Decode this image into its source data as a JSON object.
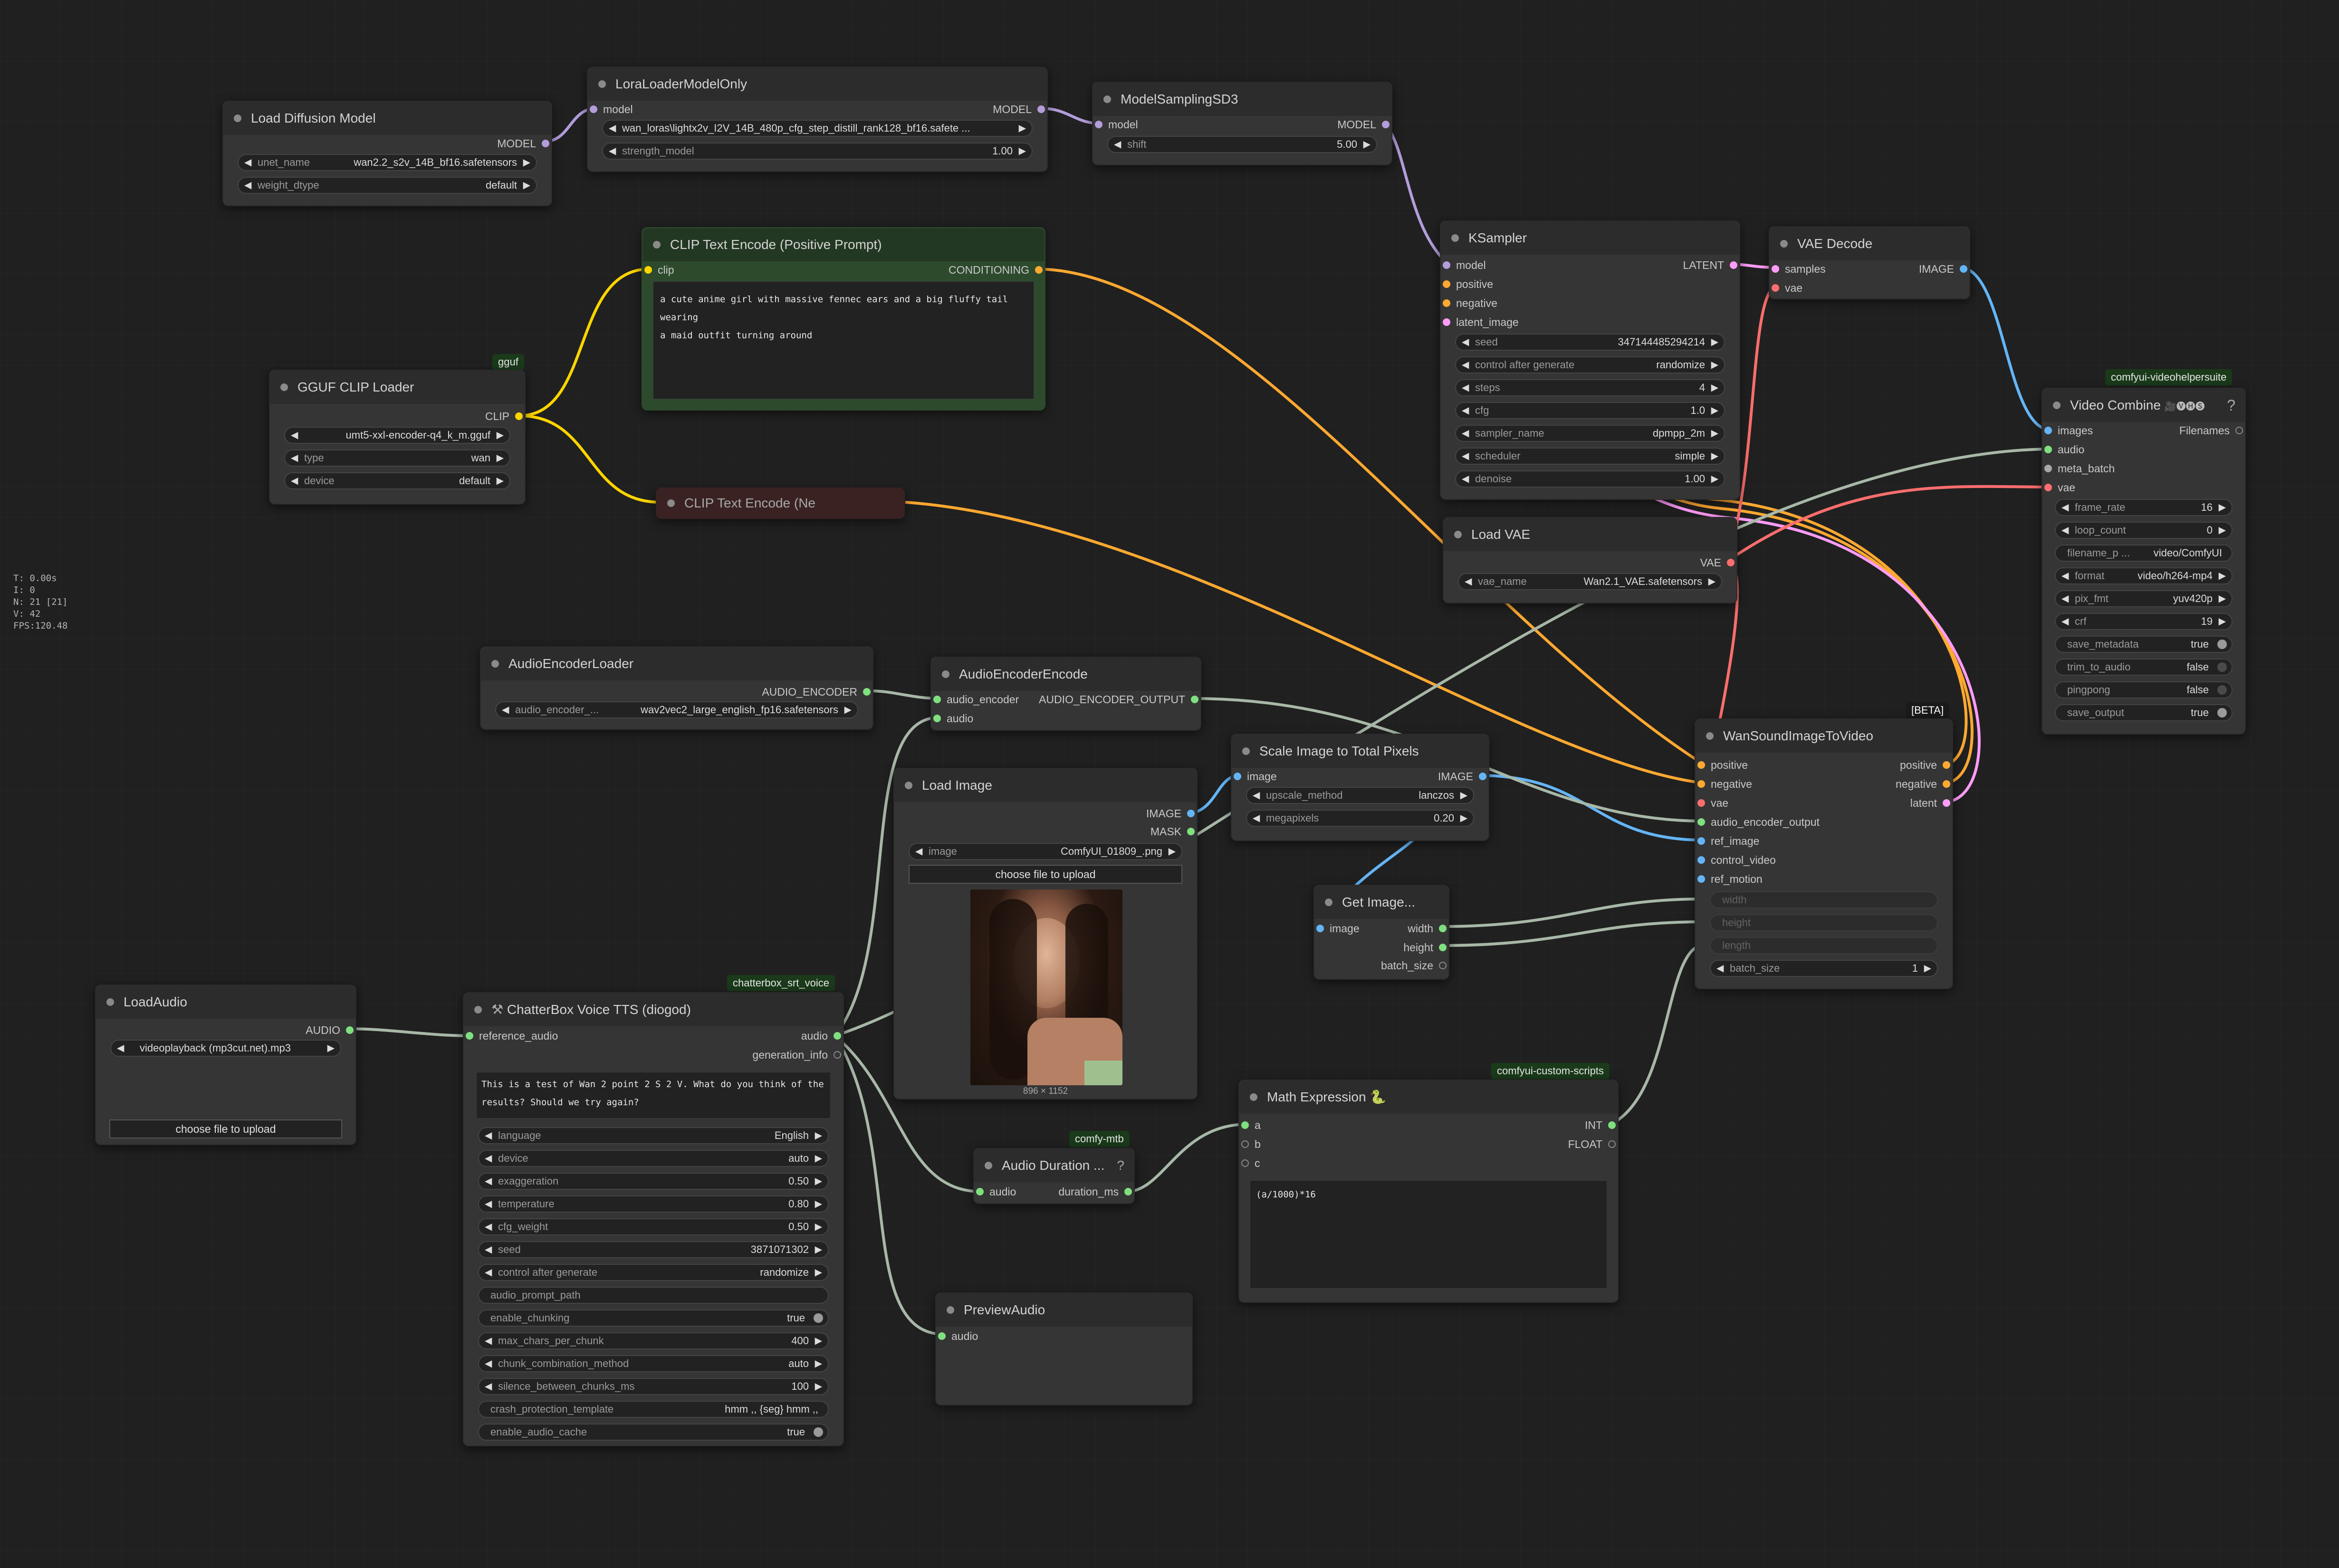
{
  "stats": {
    "time": "T: 0.00s",
    "i": "I: 0",
    "n": "N: 21 [21]",
    "v": "V: 42",
    "fps": "FPS:120.48"
  },
  "badges": {
    "gguf": "gguf",
    "vhs": "comfyui-videohelpersuite",
    "chatterbox": "chatterbox_srt_voice",
    "mtb": "comfy-mtb",
    "custom_scripts": "comfyui-custom-scripts",
    "beta": "[BETA]"
  },
  "nodes": {
    "load_diffusion": {
      "title": "Load Diffusion Model",
      "out": "MODEL",
      "unet_label": "unet_name",
      "unet_value": "wan2.2_s2v_14B_bf16.safetensors",
      "dtype_label": "weight_dtype",
      "dtype_value": "default"
    },
    "lora": {
      "title": "LoraLoaderModelOnly",
      "in": "model",
      "out": "MODEL",
      "lora_value": "wan_loras\\lightx2v_I2V_14B_480p_cfg_step_distill_rank128_bf16.safete ...",
      "strength_label": "strength_model",
      "strength_value": "1.00"
    },
    "sampling": {
      "title": "ModelSamplingSD3",
      "in": "model",
      "out": "MODEL",
      "shift_label": "shift",
      "shift_value": "5.00"
    },
    "clip_pos": {
      "title": "CLIP Text Encode (Positive Prompt)",
      "in": "clip",
      "out": "CONDITIONING",
      "text": "a cute anime girl with massive fennec ears and a big fluffy tail wearing\na maid outfit turning around"
    },
    "gguf_clip": {
      "title": "GGUF CLIP Loader",
      "out": "CLIP",
      "name_value": "umt5-xxl-encoder-q4_k_m.gguf",
      "type_label": "type",
      "type_value": "wan",
      "device_label": "device",
      "device_value": "default"
    },
    "clip_neg": {
      "title": "CLIP Text Encode (Ne"
    },
    "ksampler": {
      "title": "KSampler",
      "in_model": "model",
      "in_positive": "positive",
      "in_negative": "negative",
      "in_latent": "latent_image",
      "out": "LATENT",
      "w": [
        [
          "seed",
          "347144485294214"
        ],
        [
          "control after generate",
          "randomize"
        ],
        [
          "steps",
          "4"
        ],
        [
          "cfg",
          "1.0"
        ],
        [
          "sampler_name",
          "dpmpp_2m"
        ],
        [
          "scheduler",
          "simple"
        ],
        [
          "denoise",
          "1.00"
        ]
      ]
    },
    "vae_decode": {
      "title": "VAE Decode",
      "in_samples": "samples",
      "in_vae": "vae",
      "out": "IMAGE"
    },
    "video_combine": {
      "title": "Video Combine",
      "icons": "🎥🅥🅗🅢",
      "help": "?",
      "in_images": "images",
      "in_audio": "audio",
      "in_meta": "meta_batch",
      "in_vae": "vae",
      "out": "Filenames",
      "w": [
        [
          "frame_rate",
          "16"
        ],
        [
          "loop_count",
          "0"
        ],
        [
          "filename_p ...",
          "video/ComfyUI"
        ],
        [
          "format",
          "video/h264-mp4"
        ],
        [
          "pix_fmt",
          "yuv420p"
        ],
        [
          "crf",
          "19"
        ]
      ],
      "t": [
        [
          "save_metadata",
          "true"
        ],
        [
          "trim_to_audio",
          "false"
        ],
        [
          "pingpong",
          "false"
        ],
        [
          "save_output",
          "true"
        ]
      ]
    },
    "load_vae": {
      "title": "Load VAE",
      "out": "VAE",
      "vae_label": "vae_name",
      "vae_value": "Wan2.1_VAE.safetensors"
    },
    "audio_enc_loader": {
      "title": "AudioEncoderLoader",
      "out": "AUDIO_ENCODER",
      "name_label": "audio_encoder_...",
      "name_value": "wav2vec2_large_english_fp16.safetensors"
    },
    "audio_enc_encode": {
      "title": "AudioEncoderEncode",
      "in_enc": "audio_encoder",
      "in_audio": "audio",
      "out": "AUDIO_ENCODER_OUTPUT"
    },
    "scale_image": {
      "title": "Scale Image to Total Pixels",
      "in": "image",
      "out": "IMAGE",
      "m_label": "upscale_method",
      "m_value": "lanczos",
      "mp_label": "megapixels",
      "mp_value": "0.20"
    },
    "wan_sound": {
      "title": "WanSoundImageToVideo",
      "in": [
        "positive",
        "negative",
        "vae",
        "audio_encoder_output",
        "ref_image",
        "control_video",
        "ref_motion"
      ],
      "out": [
        "positive",
        "negative",
        "latent"
      ],
      "disabled": [
        "width",
        "height",
        "length"
      ],
      "batch_label": "batch_size",
      "batch_value": "1"
    },
    "load_image": {
      "title": "Load Image",
      "out_image": "IMAGE",
      "out_mask": "MASK",
      "img_label": "image",
      "img_value": "ComfyUI_01809_.png",
      "upload": "choose file to upload",
      "dims": "896 × 1152"
    },
    "get_image": {
      "title": "Get Image...",
      "in": "image",
      "out": [
        "width",
        "height",
        "batch_size"
      ]
    },
    "load_audio": {
      "title": "LoadAudio",
      "out": "AUDIO",
      "audio_value": "videoplayback (mp3cut.net).mp3",
      "upload": "choose file to upload"
    },
    "chatterbox": {
      "title": "ChatterBox Voice TTS (diogod)",
      "in": "reference_audio",
      "out_audio": "audio",
      "out_info": "generation_info",
      "text": "This is a test of Wan 2 point 2 S 2 V. What do you think of the\nresults? Should we try again?",
      "w": [
        [
          "language",
          "English",
          "a"
        ],
        [
          "device",
          "auto",
          "a"
        ],
        [
          "exaggeration",
          "0.50",
          "a"
        ],
        [
          "temperature",
          "0.80",
          "a"
        ],
        [
          "cfg_weight",
          "0.50",
          "a"
        ],
        [
          "seed",
          "3871071302",
          "a"
        ],
        [
          "control after generate",
          "randomize",
          "a"
        ],
        [
          "audio_prompt_path",
          "",
          "p"
        ],
        [
          "enable_chunking",
          "true",
          "t"
        ],
        [
          "max_chars_per_chunk",
          "400",
          "a"
        ],
        [
          "chunk_combination_method",
          "auto",
          "a"
        ],
        [
          "silence_between_chunks_ms",
          "100",
          "a"
        ],
        [
          "crash_protection_template",
          "hmm ,, {seg} hmm ,,",
          "p"
        ],
        [
          "enable_audio_cache",
          "true",
          "t"
        ]
      ]
    },
    "audio_duration": {
      "title": "Audio Duration ...",
      "help": "?",
      "in": "audio",
      "out": "duration_ms"
    },
    "math": {
      "title": "Math Expression",
      "icon": "🐍",
      "in": [
        "a",
        "b",
        "c"
      ],
      "out": [
        "INT",
        "FLOAT"
      ],
      "expr": "(a/1000)*16"
    },
    "preview_audio": {
      "title": "PreviewAudio",
      "in": "audio"
    }
  },
  "colors": {
    "model": "#b39ddb",
    "clip": "#ffd500",
    "conditioning": "#ffa931",
    "latent": "#ff9cf9",
    "image": "#64b5f6",
    "vae": "#ff6e6e",
    "audio": "#a8c8a8"
  }
}
